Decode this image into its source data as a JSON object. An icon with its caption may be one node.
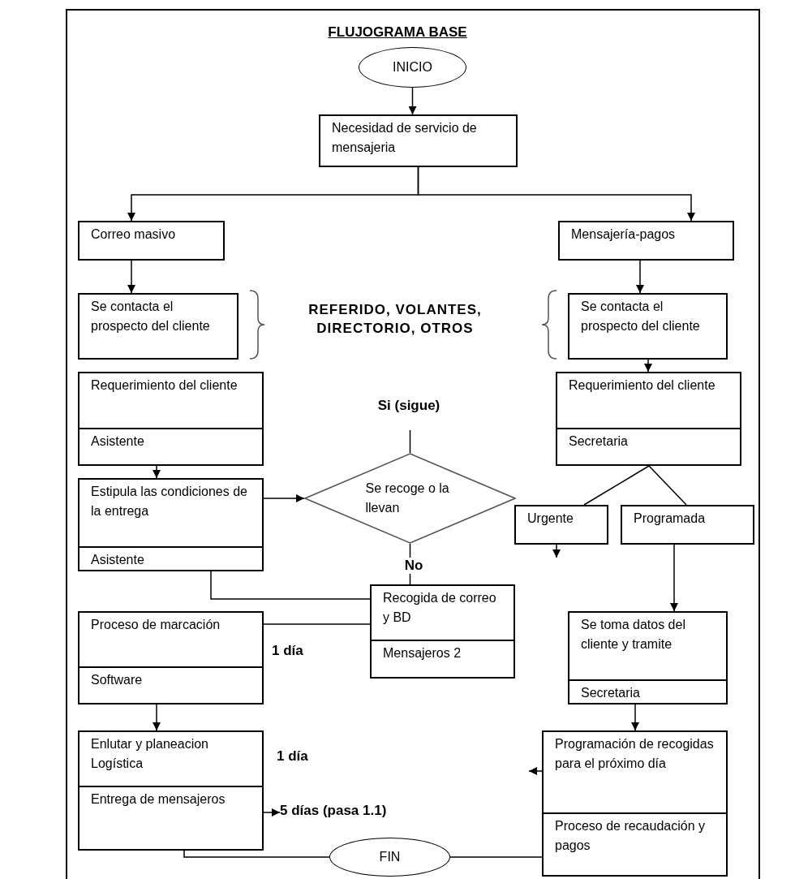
{
  "diagram": {
    "title": "FLUJOGRAMA BASE",
    "nodes": [
      {
        "text": [
          "INICIO"
        ]
      },
      {
        "text": [
          "Necesidad de servicio de mensajeria"
        ]
      },
      {
        "text": [
          "Correo masivo"
        ]
      },
      {
        "text": [
          "Mensajería-pagos"
        ]
      },
      {
        "text": [
          "Se contacta el prospecto del cliente"
        ]
      },
      {
        "text": [
          "Requerimiento del cliente",
          "Asistente"
        ]
      },
      {
        "text": [
          "Estipula las condiciones de la entrega",
          "Asistente"
        ]
      },
      {
        "text": [
          "Se recoge o la llevan"
        ]
      },
      {
        "text": [
          "Recogida de correo y BD",
          "Mensajeros 2"
        ]
      },
      {
        "text": [
          "Se contacta el prospecto del cliente"
        ]
      },
      {
        "text": [
          "Requerimiento del cliente",
          "Secretaria"
        ]
      },
      {
        "text": [
          "Urgente"
        ]
      },
      {
        "text": [
          "Programada"
        ]
      },
      {
        "text": [
          "Se toma datos del cliente y tramite",
          "Secretaria"
        ]
      },
      {
        "text": [
          "Programación de recogidas para el próximo día",
          "Proceso de recaudación y pagos"
        ]
      },
      {
        "text": [
          "Proceso de marcación",
          "Software"
        ],
        "beside": [
          "1 día"
        ]
      },
      {
        "text": [
          "Enlutar y planeacion Logística",
          "Entrega de mensajeros"
        ],
        "beside": [
          "1 día"
        ]
      },
      {
        "text": [
          "5 días (pasa 1.1)"
        ]
      },
      {
        "text": [
          "FIN"
        ]
      }
    ],
    "edges": [
      {
        "from": 0,
        "to": 1,
        "arrow": "to"
      },
      {
        "from": 1,
        "to": 2,
        "arrow": "to"
      },
      {
        "from": 1,
        "to": 3,
        "arrow": "to"
      },
      {
        "from": 2,
        "to": 4,
        "arrow": "to"
      },
      {
        "from": 3,
        "to": 9,
        "arrow": "to"
      },
      {
        "from": 5,
        "to": 6,
        "arrow": "to"
      },
      {
        "from": 6,
        "to": 7,
        "arrow": "to"
      },
      {
        "from": 7,
        "to": null,
        "arrow": "none",
        "label": "Si (sigue)"
      },
      {
        "from": 7,
        "to": 8,
        "arrow": "none",
        "label": "No"
      },
      {
        "from": 6,
        "to": 8,
        "arrow": "none"
      },
      {
        "from": 15,
        "to": 8,
        "arrow": "none"
      },
      {
        "from": 15,
        "to": 16,
        "arrow": "to"
      },
      {
        "from": 9,
        "to": 10,
        "arrow": "to"
      },
      {
        "from": 10,
        "to": 11,
        "arrow": "none"
      },
      {
        "from": 10,
        "to": 12,
        "arrow": "none"
      },
      {
        "from": 11,
        "to": null,
        "arrow": "to"
      },
      {
        "from": 12,
        "to": 13,
        "arrow": "to"
      },
      {
        "from": 13,
        "to": 14,
        "arrow": "to"
      },
      {
        "from": 14,
        "to": null,
        "arrow": "to"
      },
      {
        "from": 16,
        "to": 17,
        "arrow": "to"
      },
      {
        "from": 16,
        "to": 18,
        "arrow": "none"
      },
      {
        "from": 14,
        "to": 18,
        "arrow": "none"
      }
    ],
    "labels": [
      "REFERIDO, VOLANTES, DIRECTORIO, OTROS"
    ]
  }
}
